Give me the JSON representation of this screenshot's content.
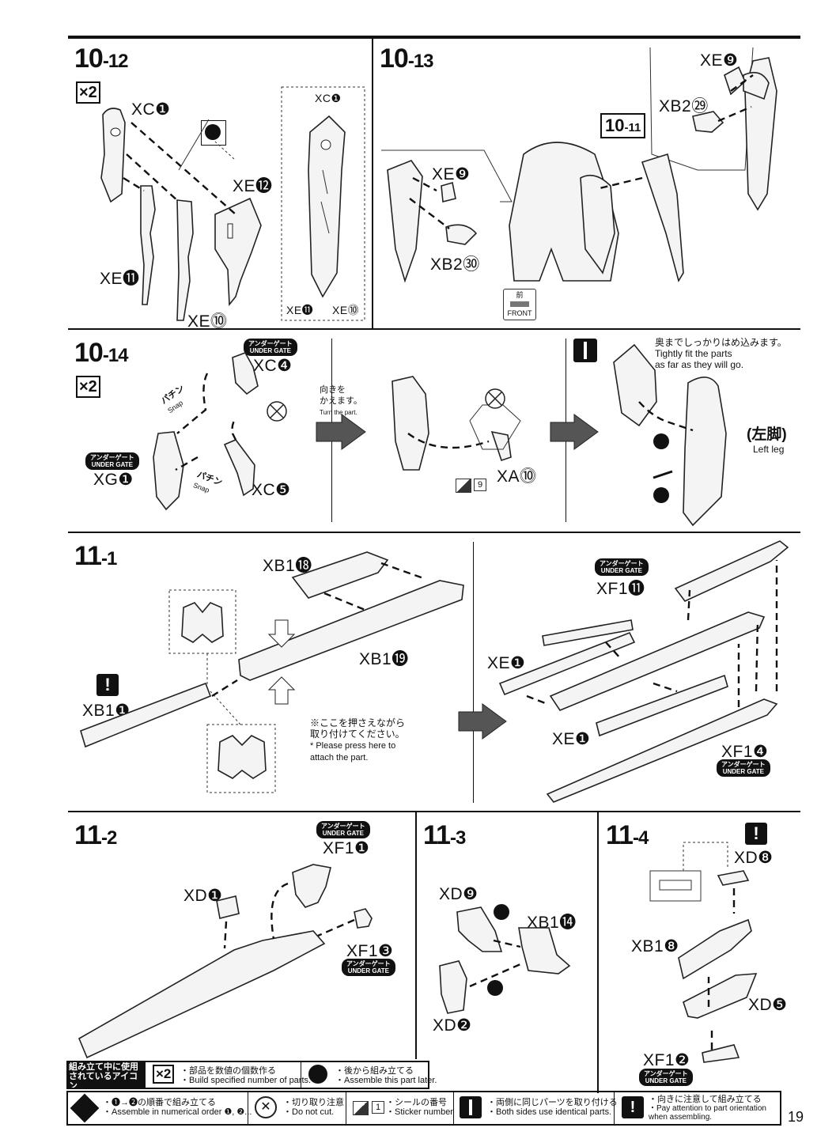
{
  "steps": {
    "s10_12": {
      "num": "10",
      "sub": "-12",
      "mult": "×2",
      "labels": [
        "XC❶",
        "XE⓬",
        "XE⓫",
        "XE⓾"
      ],
      "inset_labels": [
        "XC❶",
        "XE⓫",
        "XE⓾"
      ]
    },
    "s10_13": {
      "num": "10",
      "sub": "-13",
      "labels": [
        "XE❾",
        "XB2㉙",
        "XE❾",
        "XB2㉚"
      ],
      "ref_num": "10",
      "ref_sub": "-11",
      "front_jp": "前",
      "front_en": "FRONT"
    },
    "s10_14": {
      "num": "10",
      "sub": "-14",
      "mult": "×2",
      "labels": [
        "XC❹",
        "XG❶",
        "XC❺",
        "XA⓾"
      ],
      "under_gate_jp": "アンダーゲート",
      "under_gate_en": "UNDER GATE",
      "turn_jp": "向きを\nかえます。",
      "turn_en": "Turn the part.",
      "sticker": "9",
      "fit_jp": "奥までしっかりはめ込みます。",
      "fit_en1": "Tightly fit the parts",
      "fit_en2": "as far as they will go.",
      "leg_jp": "(左脚)",
      "leg_en": "Left leg",
      "snap_jp": "パチン",
      "snap_en": "Snap"
    },
    "s11_1": {
      "num": "11",
      "sub": "-1",
      "labels": [
        "XB1⓲",
        "XB1⓳",
        "XB1❶",
        "XF1⓫",
        "XE❶",
        "XE❶",
        "XF1❹"
      ],
      "press_jp1": "※ここを押さえながら",
      "press_jp2": "取り付けてください。",
      "press_en1": "* Please press here to",
      "press_en2": "attach the part."
    },
    "s11_2": {
      "num": "11",
      "sub": "-2",
      "labels": [
        "XF1❶",
        "XD❶",
        "XF1❸"
      ]
    },
    "s11_3": {
      "num": "11",
      "sub": "-3",
      "labels": [
        "XD❾",
        "XB1⓮",
        "XD❷"
      ]
    },
    "s11_4": {
      "num": "11",
      "sub": "-4",
      "labels": [
        "XD❽",
        "XB1❽",
        "XD❺",
        "XF1❷"
      ]
    }
  },
  "legend": {
    "title_jp1": "組み立て中に使用",
    "title_jp2": "されているアイコン",
    "title_en": "Symbols used in instructions",
    "items": [
      {
        "jp": "・部品を数値の個数作る",
        "en": "・Build specified number of parts.",
        "icon": "×2"
      },
      {
        "jp": "・後から組み立てる",
        "en": "・Assemble this part later."
      },
      {
        "jp": "・❶→❷の順番で組み立てる",
        "en": "・Assemble in numerical order ❶, ❷..."
      },
      {
        "jp": "・切り取り注意",
        "en": "・Do not cut."
      },
      {
        "jp": "・シールの番号",
        "en": "・Sticker number",
        "icon": "1"
      },
      {
        "jp": "・両側に同じパーツを取り付ける",
        "en": "・Both sides use identical parts."
      },
      {
        "jp": "・向きに注意して組み立てる",
        "en": "・Pay attention to part orientation when assembling."
      }
    ]
  },
  "page_number": "19"
}
